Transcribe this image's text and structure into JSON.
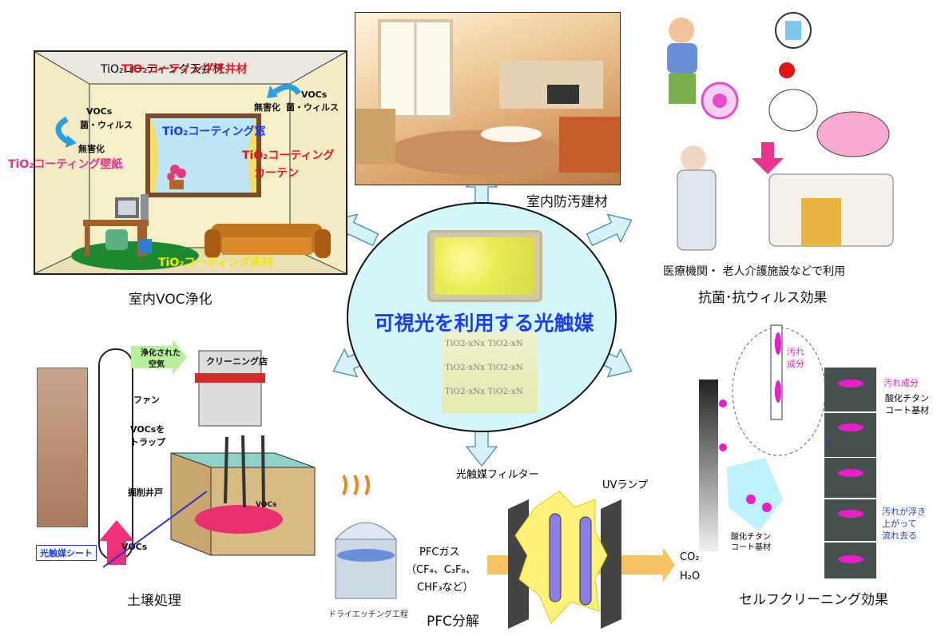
{
  "center": {
    "title": "可視光を利用する光触媒",
    "sample_text": [
      "TiO2-xNx TiO2-xN",
      "TiO2-xNx TiO2-xN",
      "TiO2-xNx TiO2-xN"
    ]
  },
  "indoor_voc": {
    "caption": "室内VOC浄化",
    "ceiling": "TiO₂コーティング天井材",
    "window": "TiO₂コーティング窓",
    "wallpaper": "TiO₂コーティング壁紙",
    "curtain_1": "TiO₂コーティング",
    "curtain_2": "カーテン",
    "floor": "TiO₂コーティング床材",
    "voc_left_1": "VOCs",
    "voc_left_2": "菌・ウィルス",
    "harmless_left": "無害化",
    "voc_right_1": "VOCs",
    "harmless_right": "無害化",
    "voc_right_2": "菌・ウィルス"
  },
  "interior": {
    "caption": "室内防汚建材"
  },
  "antibacterial": {
    "note": "医療機関・ 老人介護施設などで利用",
    "caption": "抗菌･抗ウィルス効果"
  },
  "soil": {
    "caption": "土壌処理",
    "purified_air_1": "浄化された",
    "purified_air_2": "空気",
    "fan": "ファン",
    "trap_1": "VOCsを",
    "trap_2": "トラップ",
    "well": "掘削井戸",
    "sheet": "光触媒シート",
    "vocs_bottom": "VOCs",
    "vocs_ground": "VOCs",
    "shop": "クリーニング店"
  },
  "pfc": {
    "caption": "PFC分解",
    "filter": "光触媒フィルター",
    "uv_lamp": "UVランプ",
    "gas_1": "PFCガス",
    "gas_2": "（CF₄、C₃F₈、",
    "gas_3": "CHF₃など）",
    "out_1": "CO₂",
    "out_2": "H₂O",
    "etching": "ドライエッチング工程"
  },
  "self_cleaning": {
    "caption": "セルフクリーニング効果",
    "dirt_1": "汚れ",
    "dirt_2": "成分",
    "dirt_label": "汚れ成分",
    "coat_1": "酸化チタン",
    "coat_2": "コート基材",
    "water": "水",
    "float_1": "汚れが浮き",
    "float_2": "上がって",
    "float_3": "流れ去る",
    "base_1": "酸化チタン",
    "base_2": "コート基材"
  },
  "colors": {
    "arrow_fill": "#d6f2f8",
    "arrow_stroke": "#3b8fb8",
    "ellipse_fill": "#d4f6fb",
    "title_blue": "#1a3cff"
  }
}
